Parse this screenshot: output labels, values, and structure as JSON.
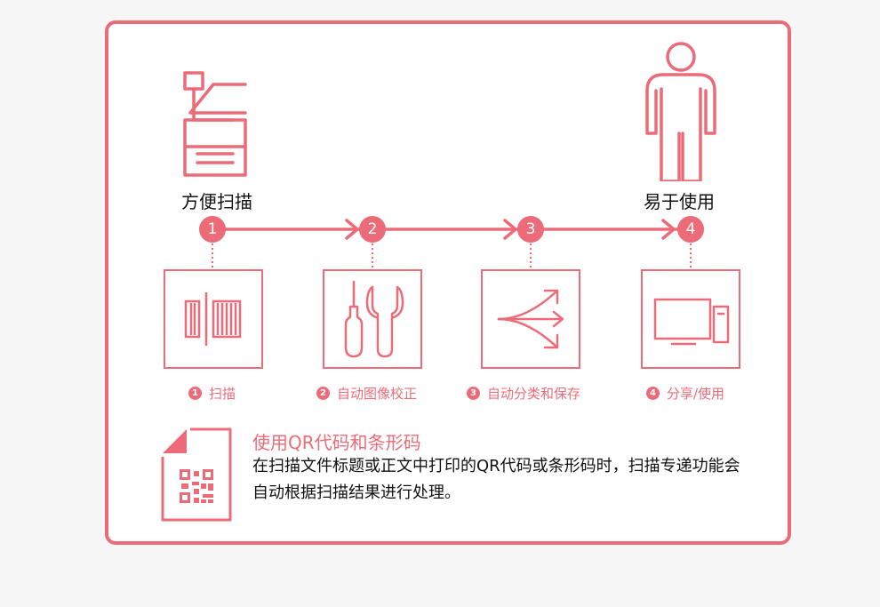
{
  "header": {
    "left_label": "方便扫描",
    "right_label": "易于使用"
  },
  "steps": [
    {
      "num": "1",
      "label": "扫描",
      "icon": "barcode-icon"
    },
    {
      "num": "2",
      "label": "自动图像校正",
      "icon": "tools-icon"
    },
    {
      "num": "3",
      "label": "自动分类和保存",
      "icon": "split-arrows-icon"
    },
    {
      "num": "4",
      "label": "分享/使用",
      "icon": "computer-icon"
    }
  ],
  "qr_section": {
    "title": "使用QR代码和条形码",
    "description": "在扫描文件标题或正文中打印的QR代码或条形码时，扫描专递功能会自动根据扫描结果进行处理。",
    "icon": "qr-document-icon"
  },
  "colors": {
    "accent": "#ec6b79",
    "background": "#f6f6f6"
  }
}
